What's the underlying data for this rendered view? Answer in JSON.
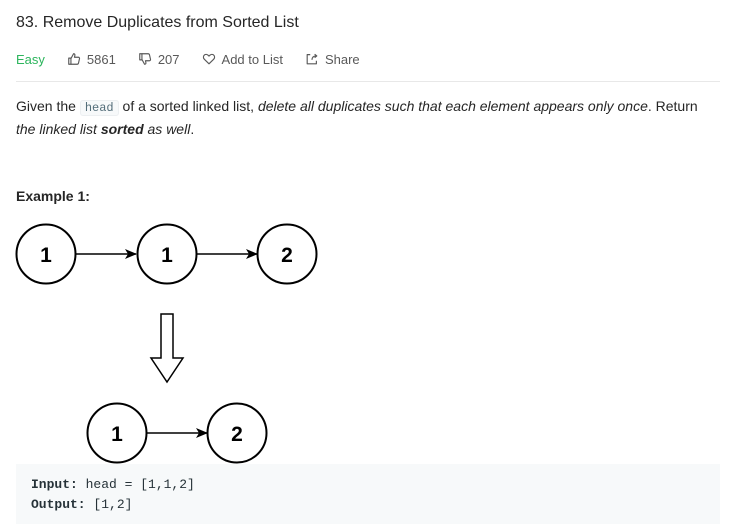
{
  "problem": {
    "title": "83. Remove Duplicates from Sorted List",
    "difficulty": "Easy",
    "likes": "5861",
    "dislikes": "207",
    "add_to_list_label": "Add to List",
    "share_label": "Share"
  },
  "description": {
    "p1_text1": "Given the ",
    "p1_code": "head",
    "p1_text2": " of a sorted linked list, ",
    "p1_em": "delete all duplicates such that each element appears only once",
    "p1_text3": ". Return ",
    "p1_em2": "the linked list ",
    "p1_strong": "sorted",
    "p1_em3": " as well",
    "p1_text4": "."
  },
  "example": {
    "title": "Example 1:",
    "input_label": "Input:",
    "input_value": " head = [1,1,2]",
    "output_label": "Output:",
    "output_value": " [1,2]"
  },
  "diagram": {
    "before": [
      "1",
      "1",
      "2"
    ],
    "after": [
      "1",
      "2"
    ]
  },
  "colors": {
    "easy": "#2db55d",
    "text": "#262626",
    "muted": "#595959",
    "code_bg": "#f7f9fa"
  },
  "icons": [
    "thumbs-up-icon",
    "thumbs-down-icon",
    "heart-icon",
    "share-icon"
  ]
}
